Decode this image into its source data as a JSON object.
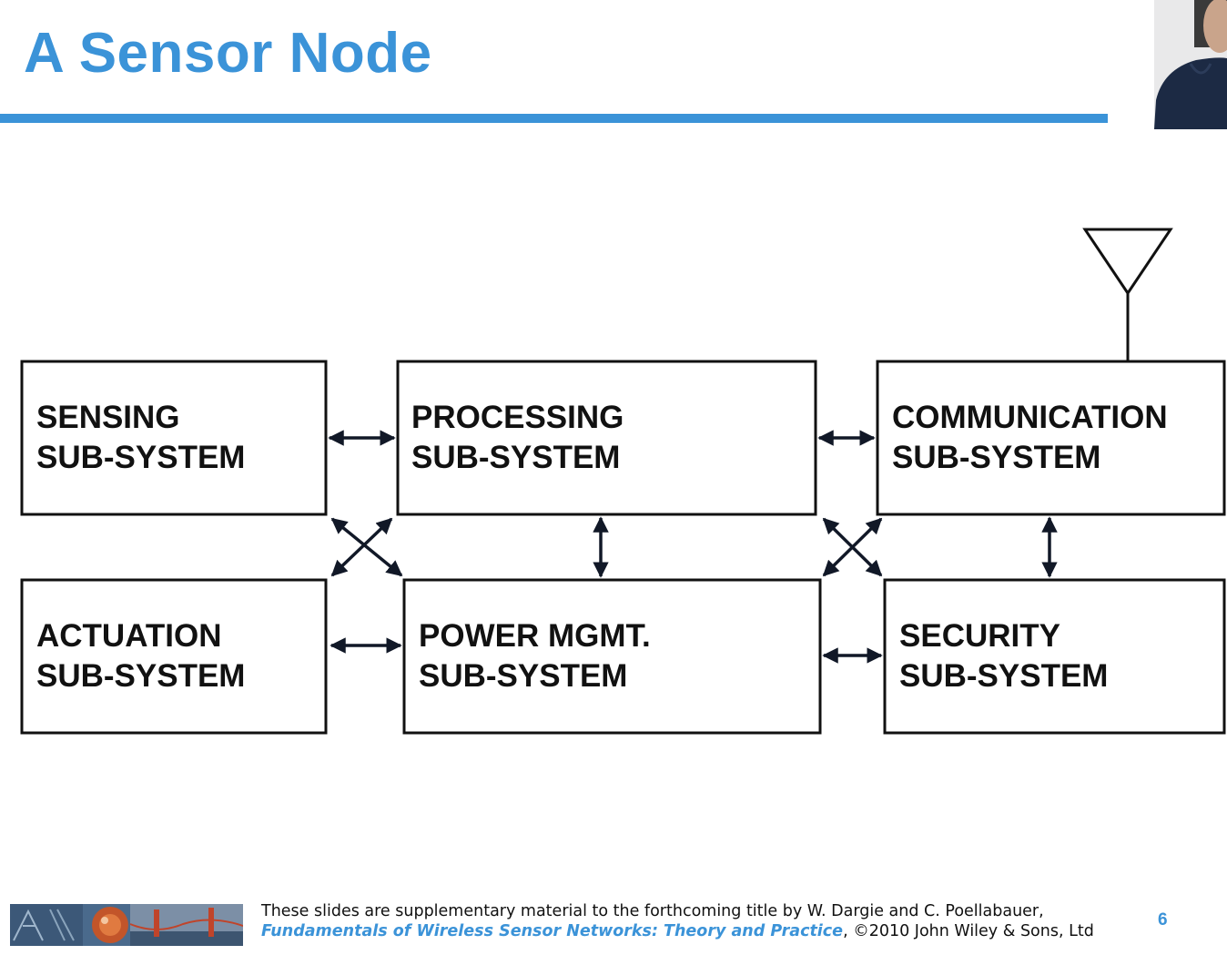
{
  "slide": {
    "title": "A Sensor Node",
    "page_number": "6",
    "accent_color": "#3b93d8"
  },
  "diagram": {
    "boxes": [
      {
        "id": "sensing",
        "line1": "SENSING",
        "line2": "SUB-SYSTEM"
      },
      {
        "id": "processing",
        "line1": "PROCESSING",
        "line2": "SUB-SYSTEM"
      },
      {
        "id": "communication",
        "line1": "COMMUNICATION",
        "line2": "SUB-SYSTEM"
      },
      {
        "id": "actuation",
        "line1": "ACTUATION",
        "line2": "SUB-SYSTEM"
      },
      {
        "id": "power",
        "line1": "POWER MGMT.",
        "line2": "SUB-SYSTEM"
      },
      {
        "id": "security",
        "line1": "SECURITY",
        "line2": "SUB-SYSTEM"
      }
    ],
    "connections": [
      {
        "from": "sensing",
        "to": "processing",
        "bidirectional": true
      },
      {
        "from": "processing",
        "to": "communication",
        "bidirectional": true
      },
      {
        "from": "actuation",
        "to": "power",
        "bidirectional": true
      },
      {
        "from": "power",
        "to": "security",
        "bidirectional": true
      },
      {
        "from": "processing",
        "to": "power",
        "bidirectional": true
      },
      {
        "from": "communication",
        "to": "security",
        "bidirectional": true
      },
      {
        "from": "sensing",
        "to": "power",
        "bidirectional": true
      },
      {
        "from": "actuation",
        "to": "processing",
        "bidirectional": true
      },
      {
        "from": "processing",
        "to": "security",
        "bidirectional": true
      },
      {
        "from": "power",
        "to": "communication",
        "bidirectional": true
      }
    ],
    "antenna_on": "communication"
  },
  "footer": {
    "line1": "These slides are supplementary material to the forthcoming title by W. Dargie and C. Poellabauer,",
    "book_title": "Fundamentals of Wireless Sensor Networks: Theory and Practice",
    "copyright": ", ©2010 John Wiley & Sons, Ltd"
  }
}
